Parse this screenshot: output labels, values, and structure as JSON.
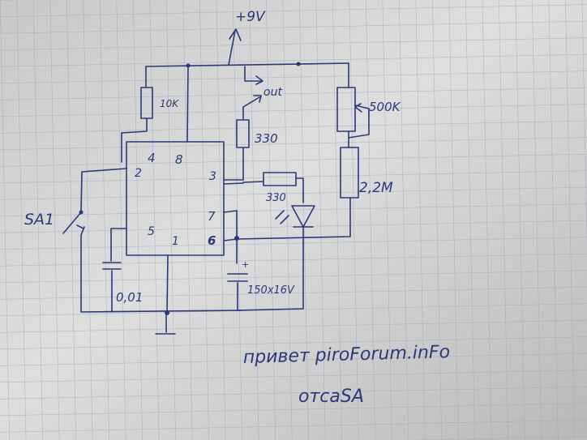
{
  "labels": {
    "supply": "+9V",
    "out": "out",
    "r1": "10K",
    "r_pot": "500K",
    "r_top": "330",
    "r_mid": "330",
    "r_bias": "2,2M",
    "switch": "SA1",
    "cap_small": "0,01",
    "cap_large": "150x16V",
    "pin1": "1",
    "pin2": "2",
    "pin3": "3",
    "pin4": "4",
    "pin5": "5",
    "pin6": "6",
    "pin7": "7",
    "pin8": "8",
    "cap_plus": "+"
  },
  "note": {
    "line1": "привет piroForum.inFo",
    "line2": "отcaSA"
  },
  "colors": {
    "paper": "#dcdcdc",
    "grid": "#9ba3bd",
    "ink": "#2a3a78"
  }
}
